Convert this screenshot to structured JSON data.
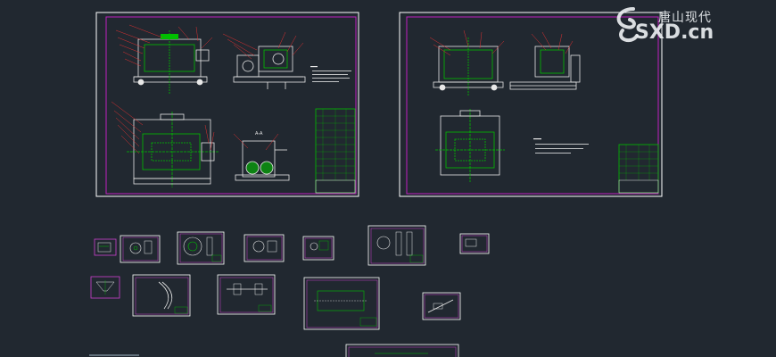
{
  "watermark": {
    "chinese_text": "唐山现代",
    "latin_text": "SXD.cn",
    "icon": "logo-swirl-icon"
  },
  "colors": {
    "background": "#212830",
    "sheet_border": "#c020c0",
    "geometry": "#e8e8e8",
    "outline": "#00c000",
    "leader": "#e03030",
    "frame": "#d040d0"
  },
  "sheets": [
    {
      "id": "main-assembly-1",
      "section_label": "A-A"
    },
    {
      "id": "main-assembly-2"
    },
    {
      "id": "detail-1"
    },
    {
      "id": "detail-2"
    },
    {
      "id": "detail-3"
    },
    {
      "id": "detail-4"
    },
    {
      "id": "detail-5"
    },
    {
      "id": "detail-6"
    },
    {
      "id": "detail-7"
    },
    {
      "id": "detail-8"
    },
    {
      "id": "detail-9"
    },
    {
      "id": "detail-10"
    },
    {
      "id": "detail-11"
    },
    {
      "id": "detail-12"
    },
    {
      "id": "detail-13"
    }
  ]
}
